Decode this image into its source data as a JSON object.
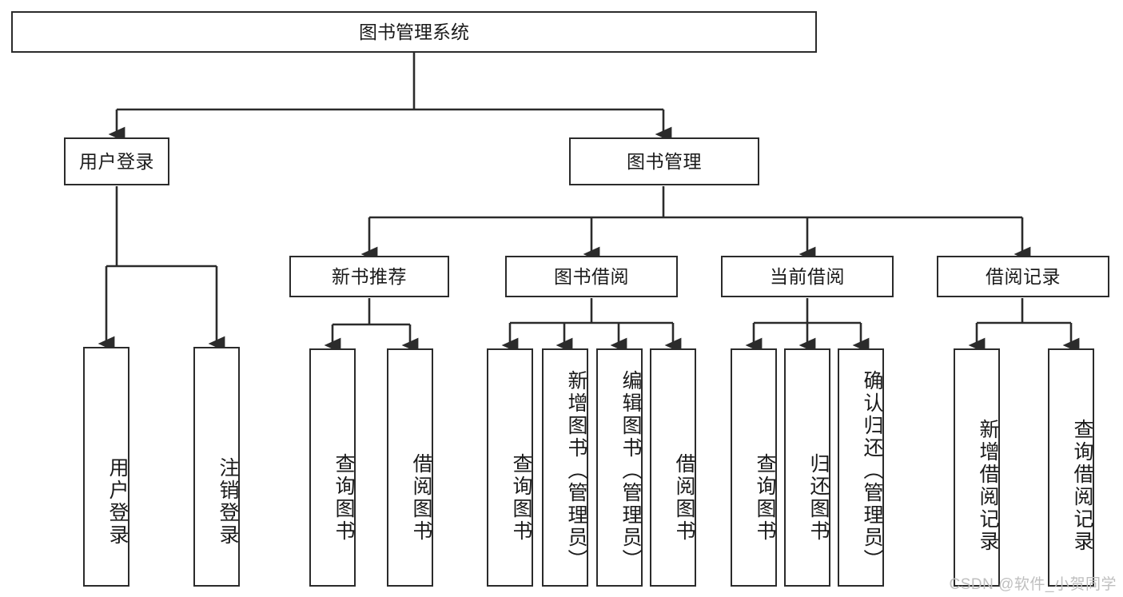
{
  "diagram": {
    "type": "tree",
    "title": "图书管理系统",
    "colors": {
      "box_border": "#2b2b2b",
      "box_fill": "#ffffff",
      "connector": "#2b2b2b",
      "background": "#ffffff",
      "watermark": "#bfbfbf"
    },
    "root": {
      "label": "图书管理系统"
    },
    "level1": [
      {
        "label": "用户登录"
      },
      {
        "label": "图书管理"
      }
    ],
    "level2": [
      {
        "label": "新书推荐"
      },
      {
        "label": "图书借阅"
      },
      {
        "label": "当前借阅"
      },
      {
        "label": "借阅记录"
      }
    ],
    "leaves": {
      "user_login": [
        {
          "label": "用户登录"
        },
        {
          "label": "注销登录"
        }
      ],
      "new_book_recommend": [
        {
          "label": "查询图书"
        },
        {
          "label": "借阅图书"
        }
      ],
      "book_borrow": [
        {
          "label": "查询图书"
        },
        {
          "label": "新增图书（管理员）"
        },
        {
          "label": "编辑图书（管理员）"
        },
        {
          "label": "借阅图书"
        }
      ],
      "current_borrow": [
        {
          "label": "查询图书"
        },
        {
          "label": "归还图书"
        },
        {
          "label": "确认归还（管理员）"
        }
      ],
      "borrow_record": [
        {
          "label": "新增借阅记录"
        },
        {
          "label": "查询借阅记录"
        }
      ]
    }
  },
  "watermark": {
    "text": "CSDN @软件_小贺同学"
  }
}
